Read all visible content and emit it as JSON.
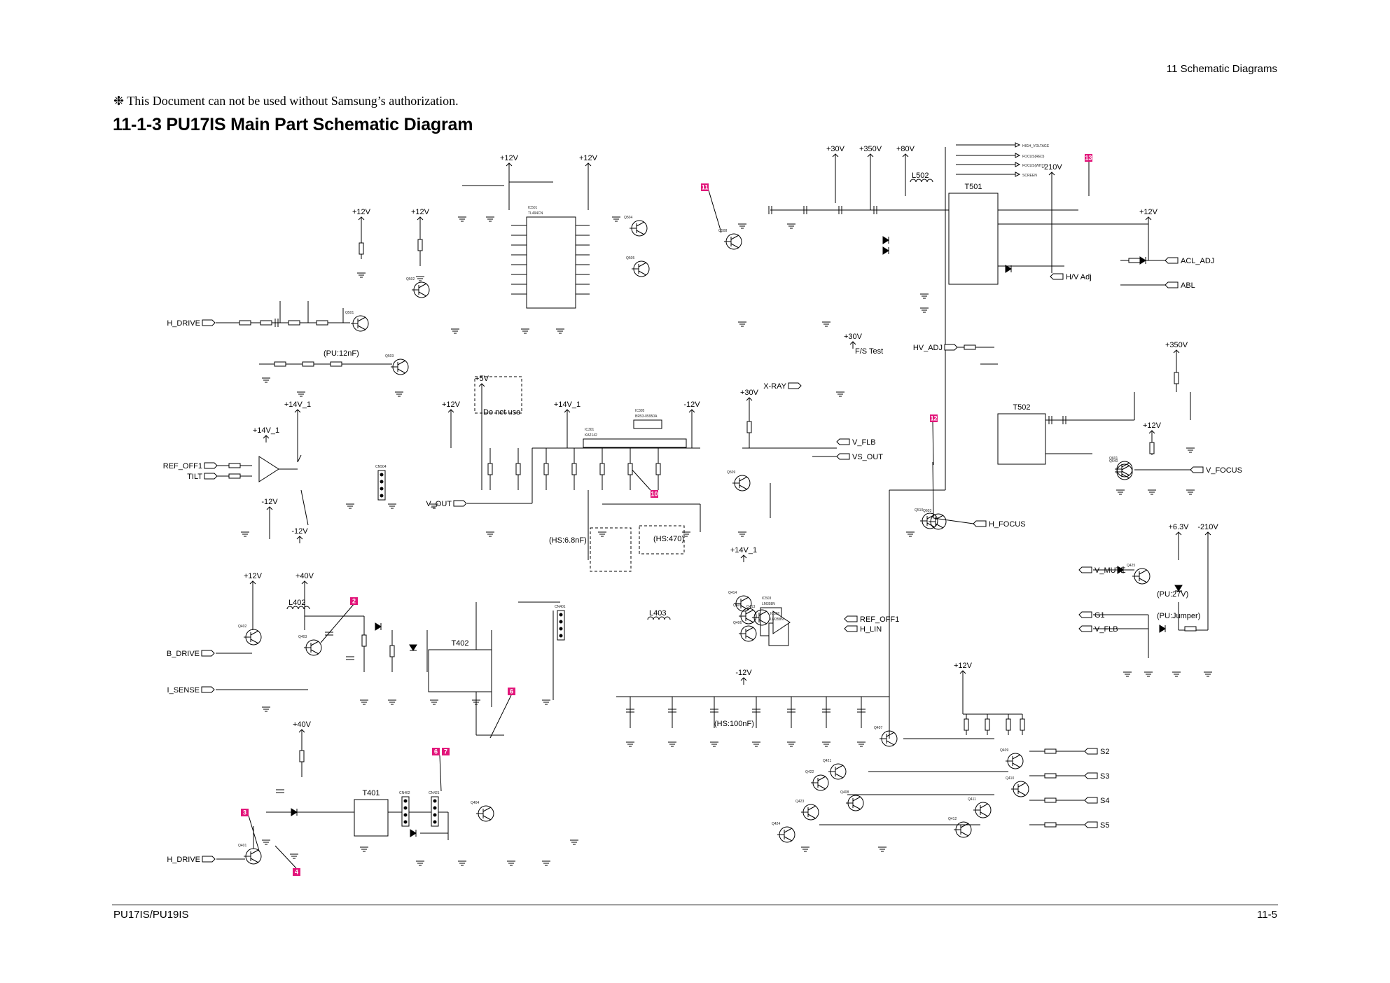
{
  "header": {
    "section": "11 Schematic Diagrams",
    "notice": "❉ This Document can not be used without Samsung’s authorization.",
    "title": "11-1-3 PU17IS Main Part Schematic Diagram"
  },
  "footer": {
    "model": "PU17IS/PU19IS",
    "page": "11-5"
  },
  "colors": {
    "ink": "#000000",
    "marker": "#e2157a",
    "background": "#ffffff"
  },
  "diagram": {
    "rails": [
      "+12V",
      "+12V",
      "+12V",
      "+12V",
      "+30V",
      "+350V",
      "+80V",
      "-210V",
      "+12V",
      "+14V_1",
      "+14V_1",
      "-12V",
      "-12V",
      "+5V",
      "+12V",
      "+14V_1",
      "-12V",
      "+30V",
      "+30V",
      "+12V",
      "+350V",
      "+12V",
      "+40V",
      "+40V",
      "+14V_1",
      "-12V",
      "+6.3V",
      "-210V",
      "+12V"
    ],
    "signals_left": [
      "H_DRIVE",
      "REF_OFF1",
      "TILT",
      "V_OUT",
      "B_DRIVE",
      "I_SENSE",
      "H_DRIVE",
      "HV_ADJ",
      "X-RAY"
    ],
    "signals_right": [
      "ACL_ADJ",
      "ABL",
      "H/V Adj",
      "V_FLB",
      "VS_OUT",
      "H_FOCUS",
      "V_FOCUS",
      "V_MUTE",
      "G1",
      "V_FLB",
      "REF_OFF1",
      "H_LIN",
      "S2",
      "S3",
      "S4",
      "S5"
    ],
    "top_outputs": [
      "HIGH_VOLTAGE",
      "FOCUS(RED)",
      "FOCUS(WHT)",
      "SCREEN"
    ],
    "notes": [
      "(PU:12nF)",
      "Do not use",
      "(HS:6.8nF)",
      "(HS:470)",
      "(HS:100nF)",
      "(PU:27V)",
      "(PU:Jumper)",
      "F/S Test"
    ],
    "ics": [
      {
        "ref": "IC301",
        "part": "KA2142"
      },
      {
        "ref": "IC501",
        "part": "TL494CN"
      },
      {
        "ref": "IC503",
        "part": "LM358N"
      },
      {
        "ref": "IC502",
        "part": "LM358N"
      },
      {
        "ref": "IC305",
        "part": "BR53-05950A"
      }
    ],
    "transformers": [
      "T401",
      "T402",
      "T501",
      "T502"
    ],
    "coils": [
      "L402",
      "L403",
      "L502"
    ],
    "connectors": [
      "CN401",
      "CN504",
      "CN402",
      "CN421"
    ],
    "transistors": [
      "Q501",
      "Q502",
      "Q503",
      "Q504",
      "Q505",
      "Q508",
      "Q509",
      "Q510",
      "Q401",
      "Q402",
      "Q403",
      "Q404",
      "Q405",
      "Q406",
      "Q407",
      "Q408",
      "Q409",
      "Q410",
      "Q411",
      "Q412",
      "Q413",
      "Q414",
      "Q421",
      "Q422",
      "Q423",
      "Q424",
      "Q425",
      "Q601",
      "Q603",
      "Q640"
    ],
    "labels": [
      "11-1-3",
      "PU17IS"
    ],
    "markers": [
      "11",
      "13",
      "2",
      "12",
      "10",
      "3",
      "4",
      "6",
      "6",
      "7"
    ]
  }
}
